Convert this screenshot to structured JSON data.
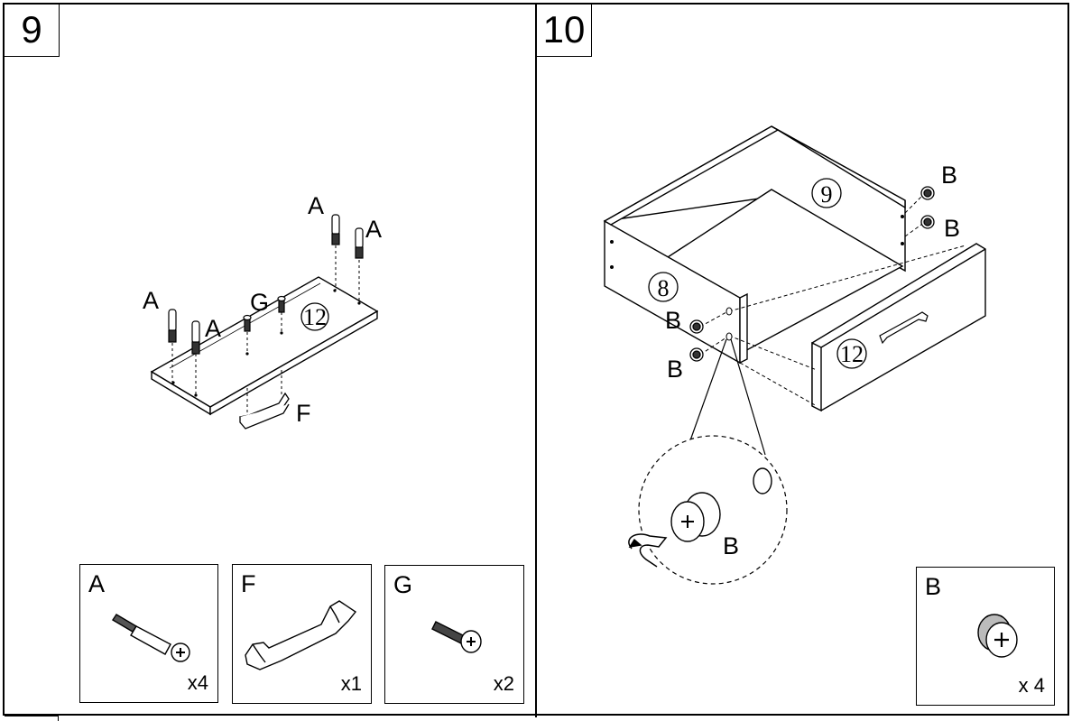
{
  "steps": {
    "left": {
      "number": "9",
      "callouts": {
        "a1": "A",
        "a2": "A",
        "a3": "A",
        "a4": "A",
        "g": "G",
        "f": "F",
        "panel": "12"
      },
      "parts": [
        {
          "letter": "A",
          "qty": "x4",
          "icon": "cam-dowel-icon"
        },
        {
          "letter": "F",
          "qty": "x1",
          "icon": "handle-icon"
        },
        {
          "letter": "G",
          "qty": "x2",
          "icon": "screw-icon"
        }
      ]
    },
    "right": {
      "number": "10",
      "callouts": {
        "b1": "B",
        "b2": "B",
        "b3": "B",
        "b4": "B",
        "b_detail": "B",
        "back_panel": "9",
        "side_panel": "8",
        "front_panel": "12"
      },
      "parts": [
        {
          "letter": "B",
          "qty": "x 4",
          "icon": "cam-lock-icon"
        }
      ]
    }
  }
}
